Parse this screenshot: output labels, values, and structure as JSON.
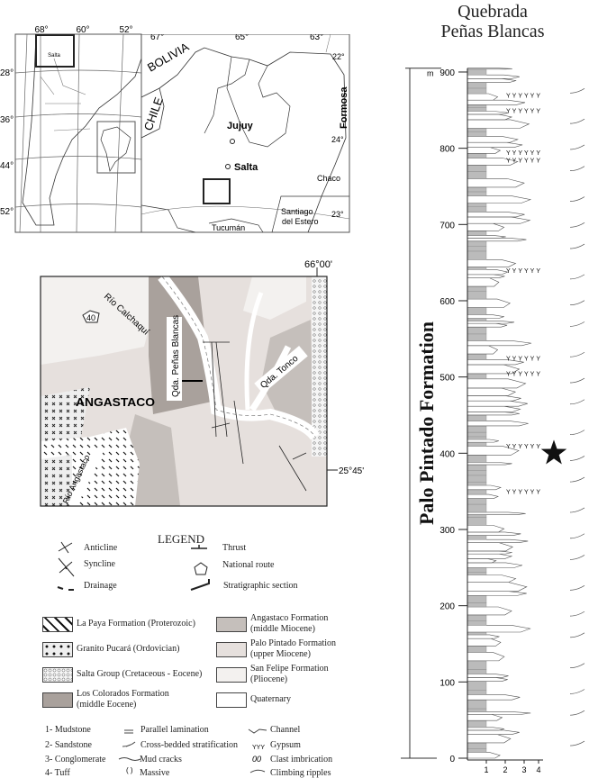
{
  "location_maps": {
    "south_america_lons": [
      "68°",
      "60°",
      "52°"
    ],
    "south_america_lats": [
      "28°",
      "36°",
      "44°",
      "52°"
    ],
    "inset_label": "Salta",
    "region_lons": [
      "67°",
      "65°",
      "63°"
    ],
    "region_lats": [
      "22°",
      "24°",
      "23°"
    ],
    "places": {
      "bolivia": "BOLIVIA",
      "chile": "CHILE",
      "jujuy": "Jujuy",
      "salta": "Salta",
      "formosa": "Formosa",
      "chaco": "Chaco",
      "santiago": "Santiago",
      "santiago2": "del Estero",
      "tucuman": "Tucumán"
    }
  },
  "geologic_map": {
    "lon_label": "66°00'",
    "lat_label": "25°45'",
    "town": "ANGASTACO",
    "rivers": {
      "calchaqui": "Río Calchaquí",
      "angastaco": "Río Angastaco",
      "penas": "Qda. Peñas Blancas",
      "tonco": "Qda. Tonco"
    },
    "route": "40"
  },
  "legend": {
    "title": "LEGEND",
    "symbols": [
      "Anticline",
      "Syncline",
      "Drainage",
      "Thrust",
      "National route",
      "Stratigraphic section"
    ],
    "route_number": "40",
    "units": [
      {
        "label": "La Paya Formation (Proterozoic)",
        "pattern": "dash"
      },
      {
        "label": "Granito Pucará (Ordovician)",
        "pattern": "cross"
      },
      {
        "label": "Salta Group (Cretaceous - Eocene)",
        "pattern": "pebble"
      },
      {
        "label": "Los Colorados Formation",
        "label2": "(middle Eocene)",
        "color": "#a9a19c"
      },
      {
        "label": "Angastaco Formation",
        "label2": "(middle Miocene)",
        "color": "#c5bfbb"
      },
      {
        "label": "Palo Pintado Formation",
        "label2": "(upper Miocene)",
        "color": "#e6e0dd"
      },
      {
        "label": "San Felipe Formation",
        "label2": "(Pliocene)",
        "color": "#f3f1ef"
      },
      {
        "label": "Quaternary",
        "color": "#ffffff"
      }
    ],
    "lithologies": [
      "1- Mudstone",
      "2- Sandstone",
      "3- Conglomerate",
      "4- Tuff"
    ],
    "structures_a": [
      "Parallel lamination",
      "Cross-bedded stratification",
      "Mud cracks",
      "Massive"
    ],
    "structures_b": [
      "Channel",
      "Gypsum",
      "Clast imbrication",
      "Climbing ripples"
    ]
  },
  "column": {
    "title1": "Quebrada",
    "title2": "Peñas Blancas",
    "formation": "Palo Pintado Formation",
    "unit": "m",
    "y_ticks": [
      "0",
      "100",
      "200",
      "300",
      "400",
      "500",
      "600",
      "700",
      "800",
      "900"
    ],
    "x_ticks": [
      "1",
      "2",
      "3",
      "4"
    ],
    "thickness_m": 905,
    "gypsum_levels_m": [
      870,
      850,
      795,
      785,
      640,
      525,
      505,
      410,
      350
    ],
    "star_level_m": 400
  }
}
